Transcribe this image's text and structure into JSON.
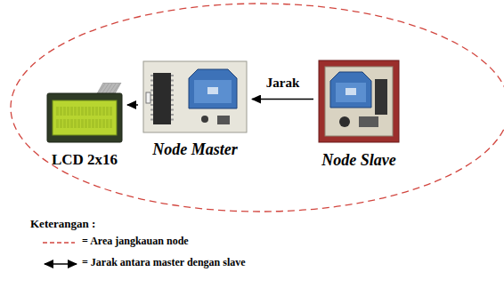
{
  "diagram": {
    "nodes": [
      {
        "text": [
          "LCD 2x16"
        ]
      },
      {
        "text": [
          "Node Master"
        ]
      },
      {
        "text": [
          "Node Slave"
        ]
      }
    ],
    "edges": [
      {
        "from": 1,
        "to": 0,
        "arrow": "to"
      },
      {
        "from": 2,
        "to": 1,
        "label": "Jarak",
        "arrow": "to"
      }
    ],
    "labels": [
      "Keterangan :"
    ],
    "legend": [
      {
        "text": "= Area jangkauan node"
      },
      {
        "text": "= Jarak antara master dengan slave"
      }
    ]
  }
}
